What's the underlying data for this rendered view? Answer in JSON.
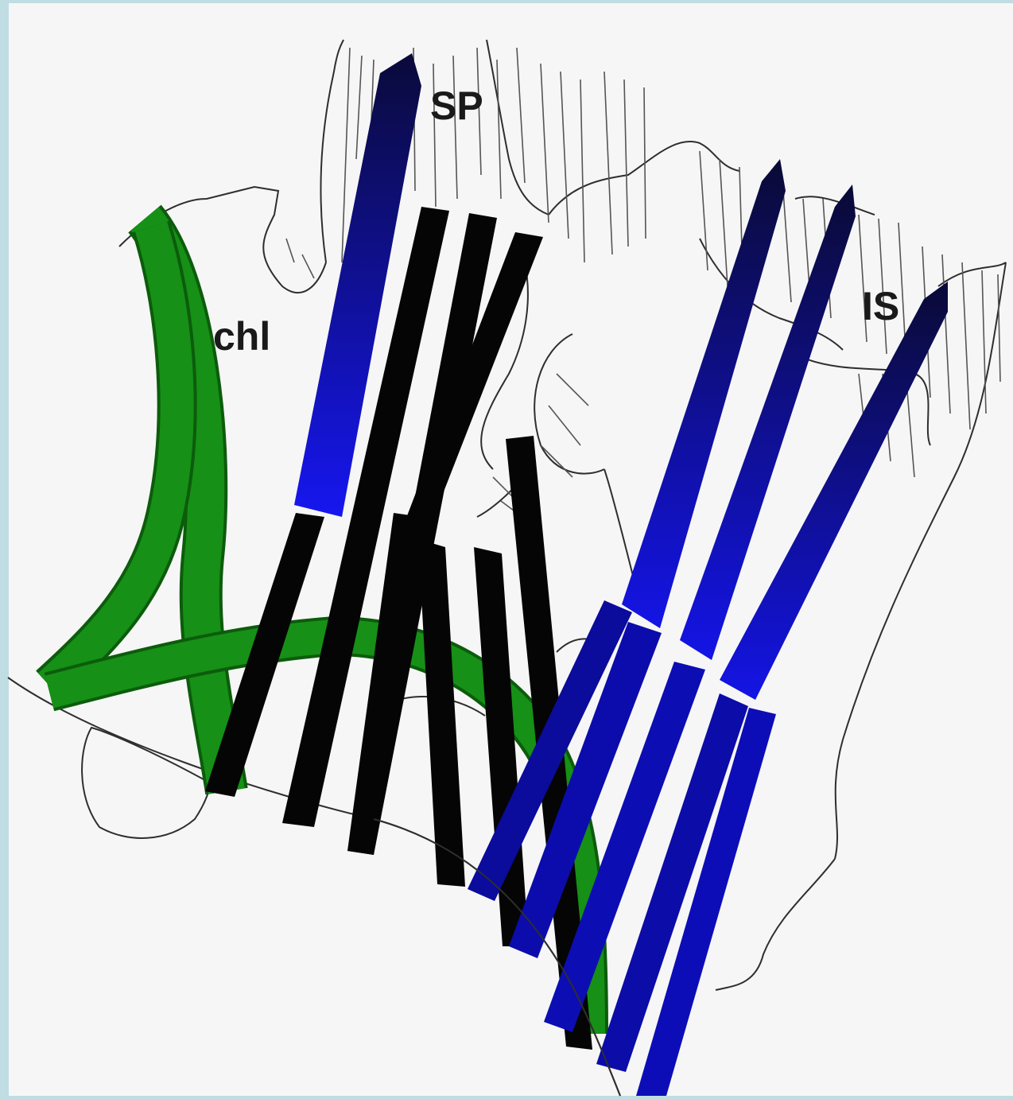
{
  "labels": {
    "sp": "SP",
    "is": "IS",
    "chl": "chl"
  },
  "colors": {
    "background": "#bfdde3",
    "paper": "#f6f6f6",
    "ligament_green": "#169016",
    "fiber_black": "#050505",
    "fiber_blue_dark": "#0b0b5e",
    "fiber_blue_light": "#1717e8",
    "outline": "#333333"
  }
}
